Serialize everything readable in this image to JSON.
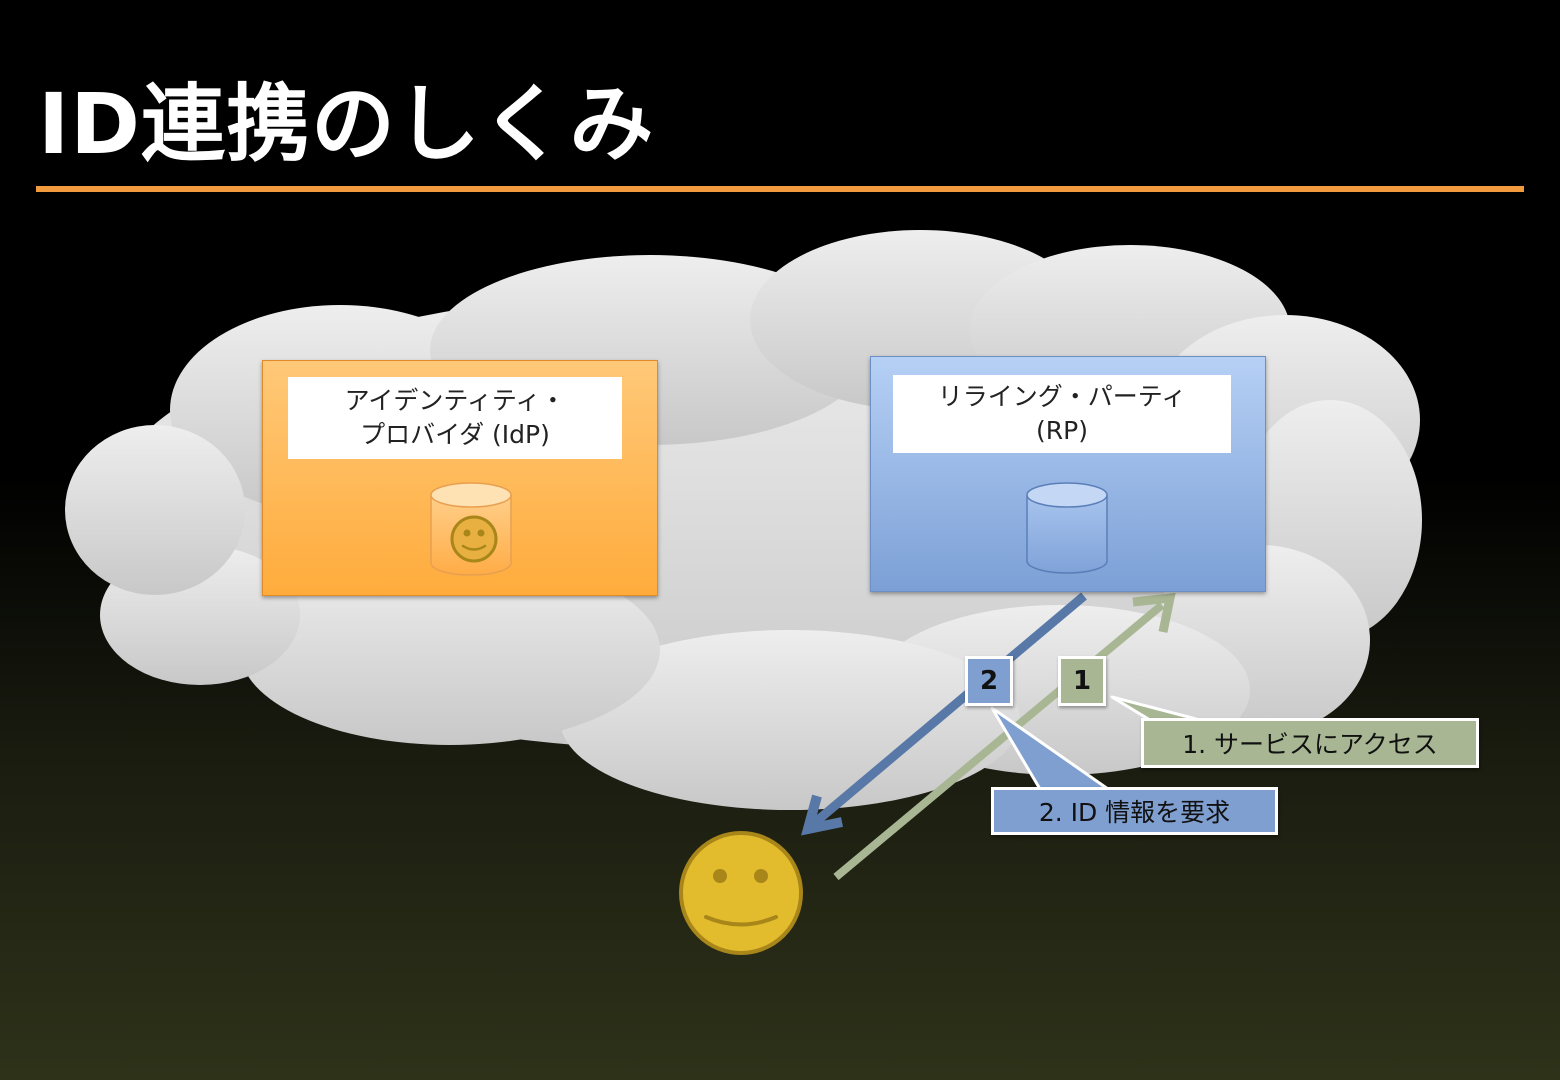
{
  "title": "ID連携のしくみ",
  "idp": {
    "label_line1": "アイデンティティ・",
    "label_line2": "プロバイダ (IdP)"
  },
  "rp": {
    "label_line1": "リライング・パーティ",
    "label_line2": "(RP)"
  },
  "steps": [
    {
      "number": "1",
      "description": "1. サービスにアクセス"
    },
    {
      "number": "2",
      "description": "2. ID 情報を要求"
    }
  ],
  "colors": {
    "title_rule": "#f19a3e",
    "idp_panel": "#ffac3c",
    "rp_panel": "#7ca0d6",
    "step1": "#a8b694",
    "step2": "#7f9fd0",
    "user": "#e2bc2c"
  },
  "icons": {
    "idp_store": "database-smiley-icon",
    "rp_store": "database-icon",
    "user": "smiley-face-icon"
  }
}
